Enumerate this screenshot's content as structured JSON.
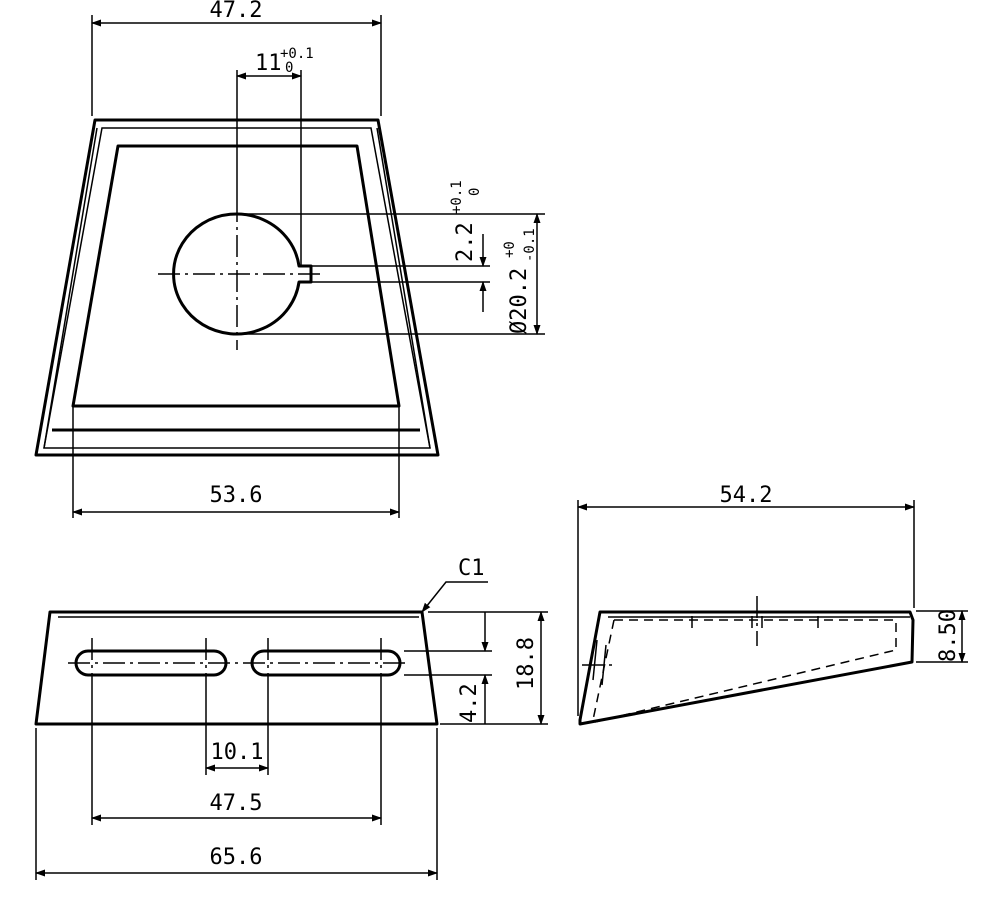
{
  "top_view": {
    "top_width": "47.2",
    "slot_offset": "11",
    "slot_offset_tol_upper": "+0.1",
    "slot_offset_tol_lower": "0",
    "slot_width": "2.2",
    "slot_width_tol_upper": "+0.1",
    "slot_width_tol_lower": "0",
    "hole_diameter": "Ø20.2",
    "hole_tol_upper": "+0",
    "hole_tol_lower": "-0.1",
    "bottom_width": "53.6"
  },
  "front_view": {
    "chamfer": "C1",
    "slot_spacing": "10.1",
    "slot_span": "47.5",
    "overall_width": "65.6",
    "height": "18.8",
    "slot_height": "4.2"
  },
  "side_view": {
    "length": "54.2",
    "end_height": "8.50"
  }
}
